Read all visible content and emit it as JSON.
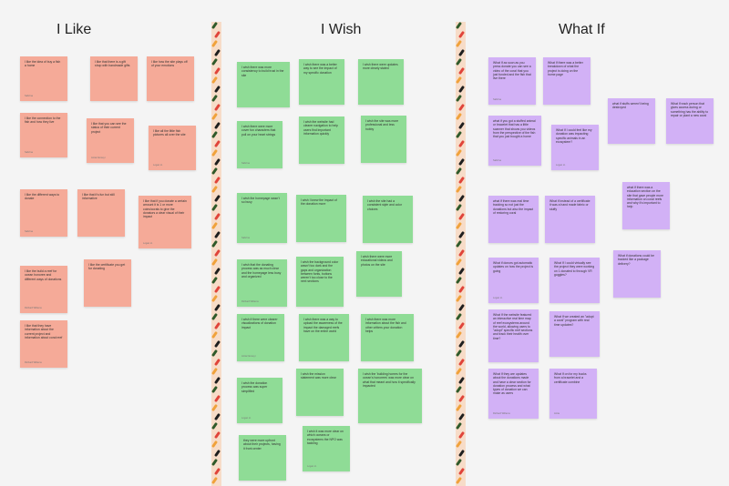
{
  "columns": [
    {
      "title": "I Like",
      "color": "#f5aa98"
    },
    {
      "title": "I Wish",
      "color": "#8fdc96"
    },
    {
      "title": "What If",
      "color": "#d2b1f6"
    }
  ],
  "divider_colors": [
    "#2f5a2a",
    "#e0443a",
    "#f0a23b",
    "#1f1f1f"
  ],
  "notes": [
    {
      "text": "I like the idea of buy a fish a home",
      "author": "Sabrina",
      "color": "pink"
    },
    {
      "text": "I like that there is a gift shop with handmade gifts",
      "author": "",
      "color": "pink"
    },
    {
      "text": "I like how the site plays off of your emotions",
      "author": "",
      "color": "pink"
    },
    {
      "text": "I like the connection to the fish and how they live",
      "author": "Sabrina",
      "color": "pink"
    },
    {
      "text": "I like that you can see the status of their current project",
      "author": "Anita Nemeyi",
      "color": "pink"
    },
    {
      "text": "I like all the little fish pictures all over the site",
      "author": "Logan H.",
      "color": "pink"
    },
    {
      "text": "I like the different ways to donate",
      "author": "Sabrina",
      "color": "pink"
    },
    {
      "text": "I like that it's fun but still informative",
      "author": "",
      "color": "pink"
    },
    {
      "text": "I like that if you donate a certain amount it is 1 or more coins/corals to give the donators a clear visual of their impact",
      "author": "Logan H.",
      "color": "pink"
    },
    {
      "text": "I like the build a reef for ocean honoree and different ways of donations",
      "author": "Richard Willams",
      "color": "pink"
    },
    {
      "text": "I like the certificate you get for donating",
      "author": "",
      "color": "pink"
    },
    {
      "text": "I like that they have information about the current project and information about coral reef",
      "author": "Richard Willams",
      "color": "pink"
    },
    {
      "text": "I wish there was more consistency to build trust in the site",
      "author": "",
      "color": "green"
    },
    {
      "text": "I wish there was a better way to see the impact of my specific donation",
      "author": "",
      "color": "green"
    },
    {
      "text": "I wish there were updates more clearly stated",
      "author": "",
      "color": "green"
    },
    {
      "text": "I wish there were more cover fun characters that pull on your heart strings",
      "author": "Sabrina",
      "color": "green"
    },
    {
      "text": "I wish the website had clearer navigation to help users find important information quickly",
      "author": "",
      "color": "green"
    },
    {
      "text": "I wish the site was more professional and less hobby",
      "author": "",
      "color": "green"
    },
    {
      "text": "I wish the homepage wasn't so busy",
      "author": "Sabrina",
      "color": "green"
    },
    {
      "text": "I wish I knew the impact of the donation more",
      "author": "",
      "color": "green"
    },
    {
      "text": "I wish the site had a consistent style and color choices",
      "author": "",
      "color": "green"
    },
    {
      "text": "I wish that the donating process was as much clear and the homepage less busy and organized",
      "author": "Richard Willams",
      "color": "green"
    },
    {
      "text": "I wish the background color wasn't too dark and the gaps and organization between fonts, buttons weren't too close to the next sections",
      "author": "",
      "color": "green"
    },
    {
      "text": "I wish there were more educational videos and photos on the site",
      "author": "",
      "color": "green"
    },
    {
      "text": "I wish if there were clearer visualizations of donation impact",
      "author": "Anita Nemeyi",
      "color": "green"
    },
    {
      "text": "I wish there was a way to upload the awareness of the impact the damaged reefs have on the entire world",
      "author": "",
      "color": "green"
    },
    {
      "text": "I wish there was more information about the fish and other critters your donation helps",
      "author": "",
      "color": "green"
    },
    {
      "text": "I wish the donation process was super simplified",
      "author": "Logan H.",
      "color": "green"
    },
    {
      "text": "I wish the mission statement was more clear",
      "author": "",
      "color": "green"
    },
    {
      "text": "I wish the 'building homes for the ocean's honorees' was more clear on what that meant and how it specifically impacted",
      "author": "",
      "color": "green"
    },
    {
      "text": "they were more upfront about their projects, having it front center",
      "author": "",
      "color": "green"
    },
    {
      "text": "I wish it was more clear on which oceans or ecosystems the NPO was tackling",
      "author": "Logan H.",
      "color": "green"
    },
    {
      "text": "What If as soon as you press donate you can see a video of the coral that you just funded and the fish that live there",
      "author": "Sabrina",
      "color": "purple"
    },
    {
      "text": "What If there was a better breakdown of what the project is doing on the home page",
      "author": "",
      "color": "purple"
    },
    {
      "text": "what if stuffs weren't being destroyed",
      "author": "",
      "color": "purple"
    },
    {
      "text": "What If each person that gives access during or something has the ability to repair or plant a new coral",
      "author": "",
      "color": "purple"
    },
    {
      "text": "what if you got a stuffed animal or bracelet that has a little scanner that shows you videos from the perspective of the fish that you just bought a home",
      "author": "Sabrina",
      "color": "purple"
    },
    {
      "text": "What If I could feel like my donation was impacting specific animals in an ecosystem?",
      "author": "Logan H.",
      "color": "purple"
    },
    {
      "text": "what if there was a education section on the site that gave people more information on coral reefs and why it's important to help",
      "author": "",
      "color": "purple"
    },
    {
      "text": "what if there was real time tracking so not just the donations but also the impact of restoring coral",
      "author": "",
      "color": "purple"
    },
    {
      "text": "What if instead of a certificate it was a hand made fabric or stuffy",
      "author": "",
      "color": "purple"
    },
    {
      "text": "What if donations could be tracked like a package delivery?",
      "author": "",
      "color": "purple"
    },
    {
      "text": "What if donors got automatic updates on how the project is going",
      "author": "Logan H.",
      "color": "purple"
    },
    {
      "text": "What If I could virtually see the project they were working on 1 donated to through VR goggles?",
      "author": "",
      "color": "purple"
    },
    {
      "text": "What If the website featured an interactive real time map of reef ecosystems around the world, allowing users to \"adopt\" specific reef sections and track their health over time?",
      "author": "",
      "color": "purple"
    },
    {
      "text": "What If we created an \"adopt a coral\" program with real time updates?",
      "author": "",
      "color": "purple"
    },
    {
      "text": "What If they are updates about the donations made and have a clear section for donation process and what types of donation we can make as users",
      "author": "Richard Willams",
      "color": "purple"
    },
    {
      "text": "What If on for my bucks from a bracelet and a certificate combine",
      "author": "Anita",
      "color": "purple"
    }
  ]
}
